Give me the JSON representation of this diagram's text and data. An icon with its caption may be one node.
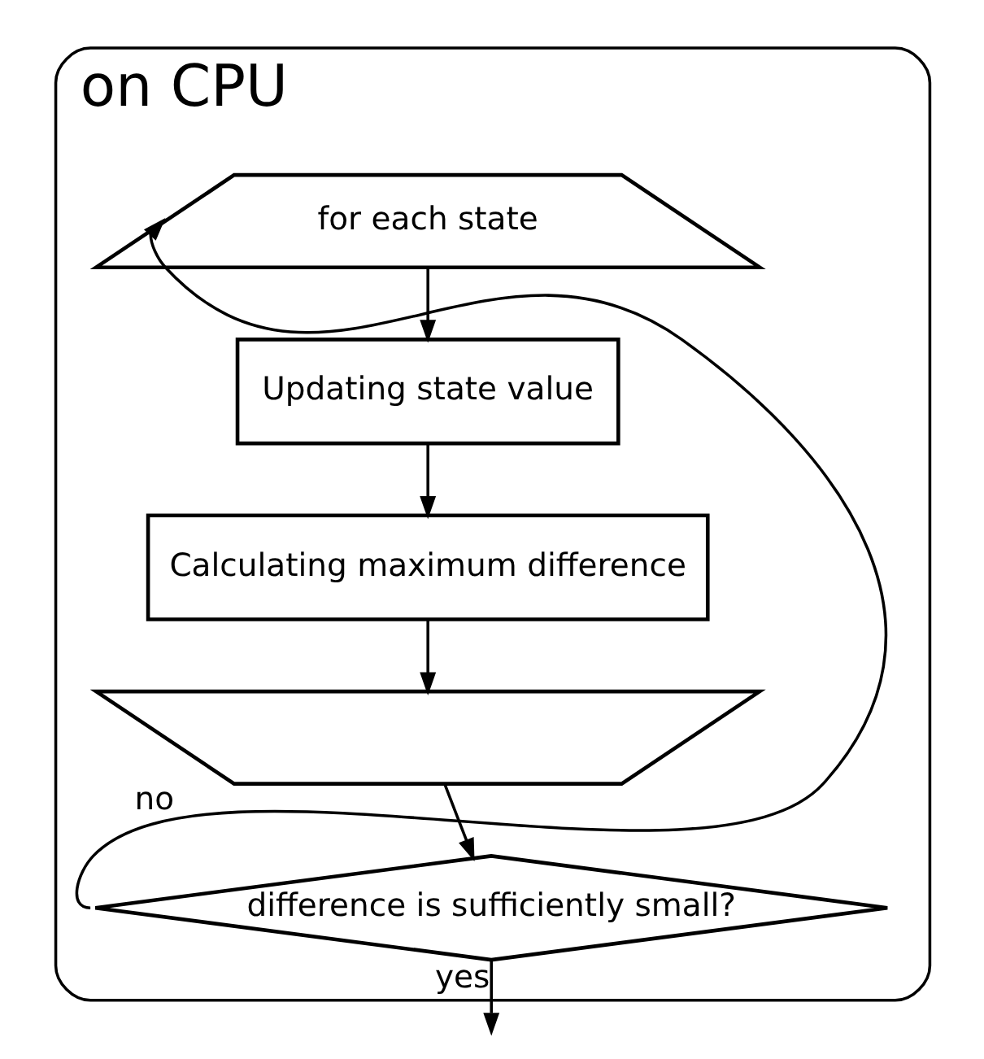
{
  "diagram": {
    "nodes": [
      {
        "text": [
          "on CPU"
        ]
      },
      {
        "text": [
          "for each state"
        ],
        "in": 0
      },
      {
        "text": [
          "Updating state value"
        ],
        "in": 0
      },
      {
        "text": [
          "Calculating maximum difference"
        ],
        "in": 0
      },
      {
        "text": [],
        "shape": "trapezoid",
        "in": 0
      },
      {
        "text": [
          "difference is sufficiently small?"
        ],
        "in": 0
      }
    ],
    "edges": [
      {
        "from": 1,
        "to": 2,
        "arrow": "to"
      },
      {
        "from": 2,
        "to": 3,
        "arrow": "to"
      },
      {
        "from": 3,
        "to": 4,
        "arrow": "to"
      },
      {
        "from": 4,
        "to": 5,
        "arrow": "to"
      },
      {
        "from": 5,
        "to": 1,
        "arrow": "to",
        "label": "no"
      },
      {
        "from": 5,
        "to": null,
        "arrow": "to",
        "label": "yes"
      }
    ]
  }
}
